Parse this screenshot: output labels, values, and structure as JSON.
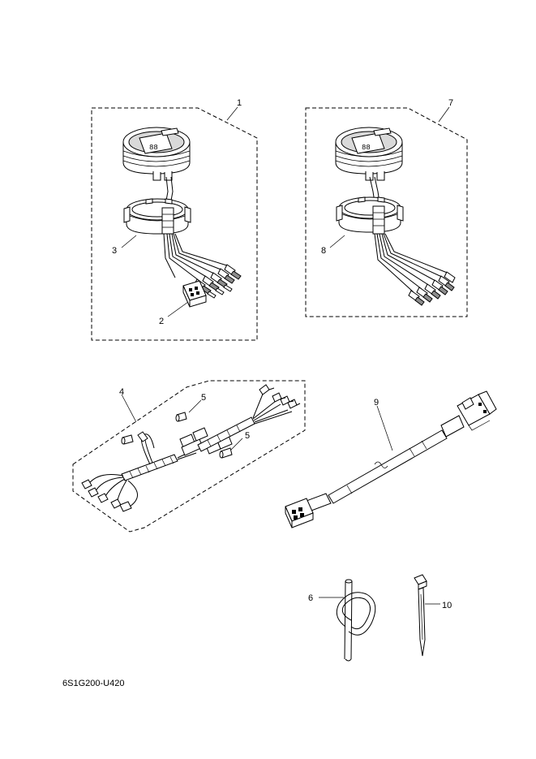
{
  "callouts": {
    "c1": "1",
    "c2": "2",
    "c3": "3",
    "c4": "4",
    "c5a": "5",
    "c5b": "5",
    "c6": "6",
    "c7": "7",
    "c8": "8",
    "c9": "9",
    "c10": "10"
  },
  "reference_code": "6S1G200-U420"
}
